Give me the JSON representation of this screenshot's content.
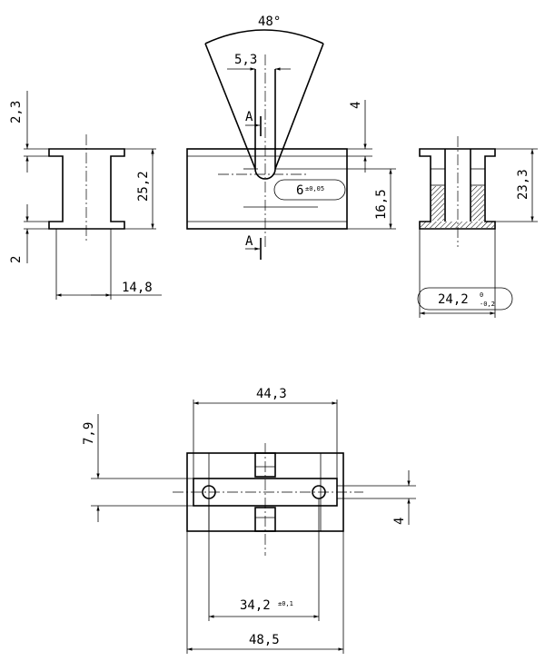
{
  "dimensions": {
    "angle": "48°",
    "slot_width": "5,3",
    "section_label": "A",
    "top_thickness": "4",
    "side_flange_top": "2,3",
    "side_flange_bottom": "2",
    "side_height": "25,2",
    "side_width": "14,8",
    "slot_depth_main": "6",
    "slot_depth_tol": "±0,05",
    "front_height": "16,5",
    "section_height": "23,3",
    "section_width_main": "24,2",
    "section_width_tol_upper": "0",
    "section_width_tol_lower": "-0,2",
    "plan_inner_width": "44,3",
    "plan_tab_height": "7,9",
    "plan_rail_thickness": "4",
    "plan_hole_spacing_main": "34,2",
    "plan_hole_spacing_tol": "±0,1",
    "plan_outer_width": "48,5"
  }
}
